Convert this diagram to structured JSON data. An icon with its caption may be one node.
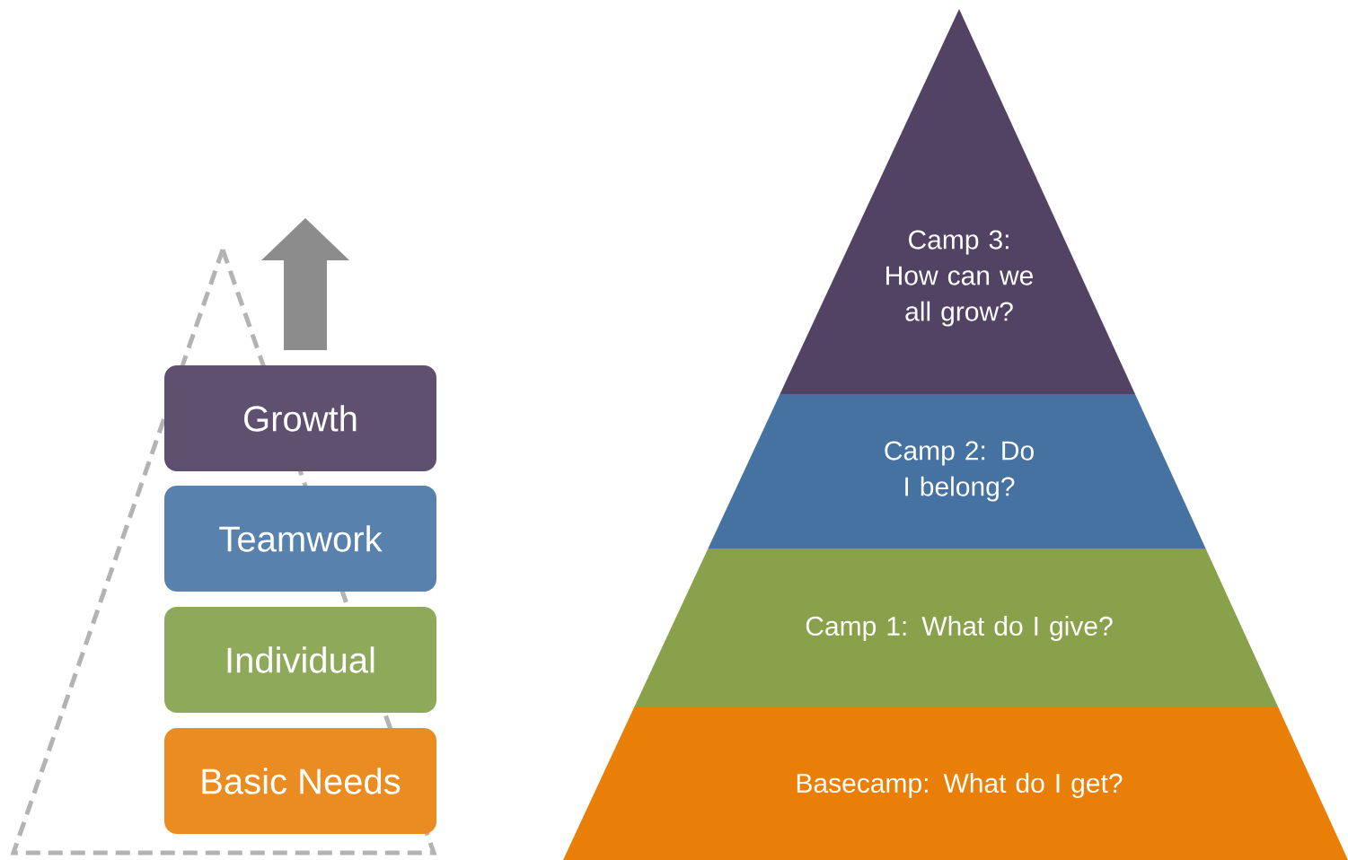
{
  "diagram": {
    "nodes": [
      {
        "text": [
          "Growth"
        ]
      },
      {
        "text": [
          "Teamwork"
        ]
      },
      {
        "text": [
          "Individual"
        ]
      },
      {
        "text": [
          "Basic Needs"
        ]
      },
      {
        "text": [
          "Camp 3: How can we all grow?"
        ]
      },
      {
        "text": [
          "Camp 2: Do I belong?"
        ]
      },
      {
        "text": [
          "Camp 1: What do I give?"
        ]
      },
      {
        "text": [
          "Basecamp: What do I get?"
        ]
      }
    ]
  }
}
